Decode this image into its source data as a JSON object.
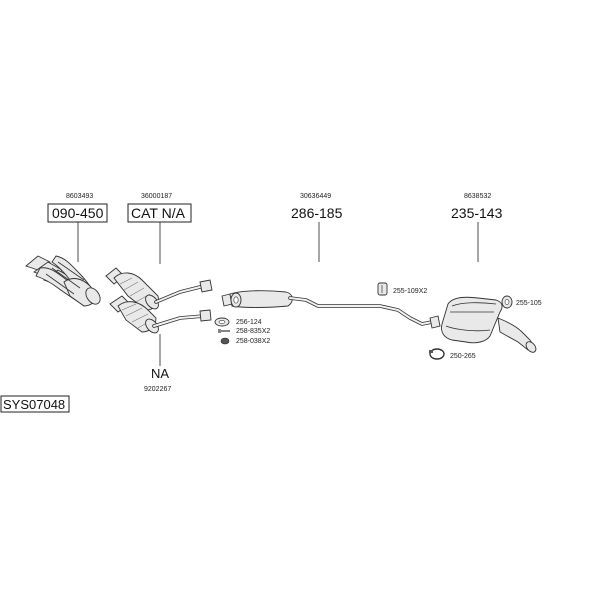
{
  "diagram": {
    "id": "SYS07048",
    "parts": {
      "manifold": {
        "oem": "8603493",
        "code": "090-450"
      },
      "catalyst": {
        "oem": "36000187",
        "code": "CAT N/A"
      },
      "center_pipe": {
        "oem": "30636449",
        "code": "286-185"
      },
      "rear_box": {
        "oem": "8638532",
        "code": "235-143"
      },
      "lower_cat": {
        "code": "NA",
        "oem": "9202267"
      }
    },
    "hardware": {
      "gasket": "256-124",
      "bolt": "258-835X2",
      "spring": "258-038X2",
      "hanger_mid": "255-109X2",
      "hanger_rear": "255-105",
      "clamp": "250-265"
    }
  }
}
